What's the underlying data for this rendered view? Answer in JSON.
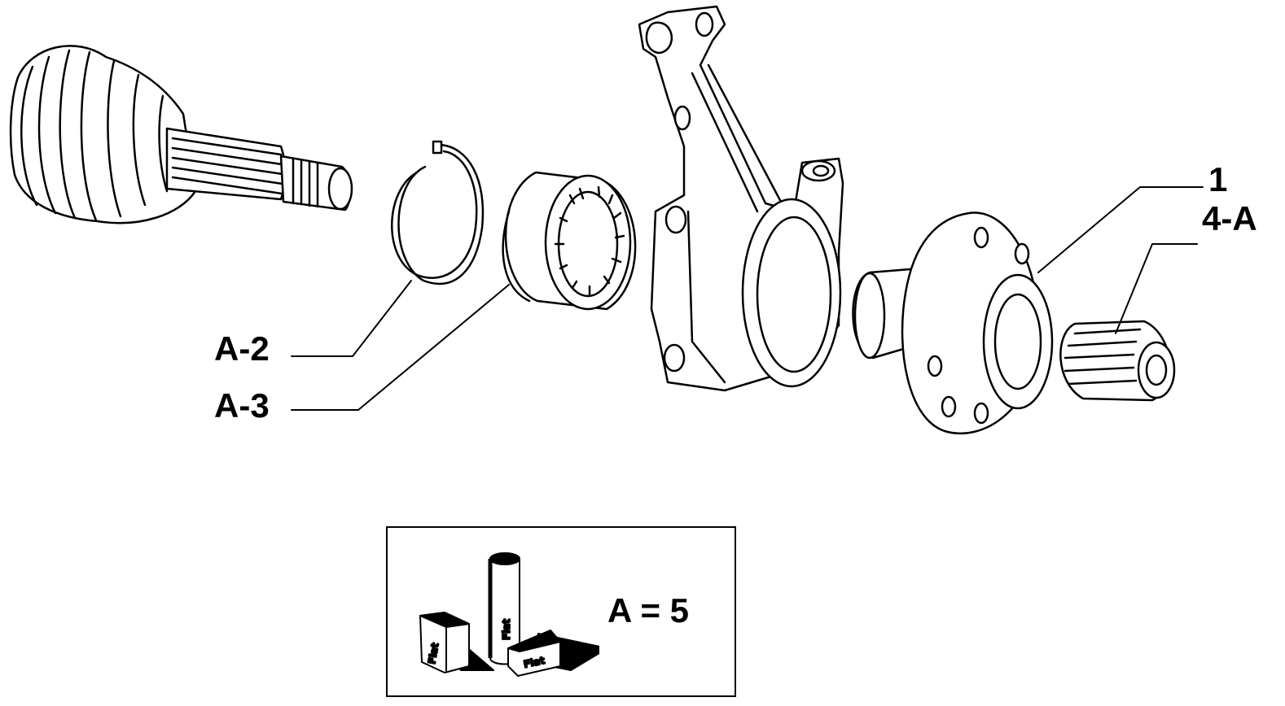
{
  "callouts": {
    "part_1": "1",
    "part_4a": "4-A",
    "part_a2": "A-2",
    "part_a3": "A-3"
  },
  "kit": {
    "label": "A = 5",
    "package_brand": "Fiat"
  },
  "colors": {
    "line": "#000000",
    "background": "#ffffff"
  }
}
